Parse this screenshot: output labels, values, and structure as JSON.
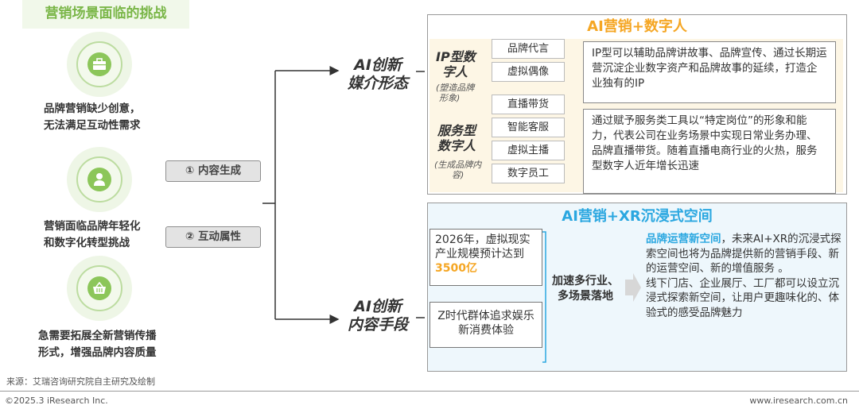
{
  "left": {
    "title": "营销场景面临的挑战",
    "challenges": [
      {
        "icon": "briefcase-icon",
        "line1": "品牌营销缺少创意，",
        "line2": "无法满足互动性需求"
      },
      {
        "icon": "person-icon",
        "line1": "营销面临品牌年轻化",
        "line2": "和数字化转型挑战"
      },
      {
        "icon": "basket-icon",
        "line1": "急需要拓展全新营销传播",
        "line2": "形式，增强品牌内容质量"
      }
    ]
  },
  "pills": {
    "content": "① 内容生成",
    "interactive": "② 互动属性"
  },
  "branches": {
    "media": {
      "line1": "AI创新",
      "line2": "媒介形态"
    },
    "content": {
      "line1": "AI创新",
      "line2": "内容手段"
    }
  },
  "ai_human": {
    "title": "AI营销+数字人",
    "ip": {
      "title_line1": "IP型数",
      "title_line2": "字人",
      "sub_line1": "(塑造品牌",
      "sub_line2": "形象)",
      "tags": [
        "品牌代言",
        "虚拟偶像"
      ],
      "desc": "IP型可以辅助品牌讲故事、品牌宣传、通过长期运营沉淀企业数字资产和品牌故事的延续，打造企业独有的IP"
    },
    "service": {
      "title_line1": "服务型",
      "title_line2": "数字人",
      "sub_line1": "(生成品牌内",
      "sub_line2": "容)",
      "tags": [
        "直播带货",
        "智能客服",
        "虚拟主播",
        "数字员工"
      ],
      "desc": "通过赋予服务类工具以“特定岗位”的形象和能力，代表公司在业务场景中实现日常业务办理、品牌直播带货。随着直播电商行业的火热，服务型数字人近年增长迅速"
    }
  },
  "ai_xr": {
    "title": "AI营销+XR沉浸式空间",
    "market": {
      "prefix": "2026年，虚拟现实产业规模预计达到",
      "value": "3500亿"
    },
    "genz": "Z时代群体追求娱乐新消费体验",
    "middle": {
      "line1": "加速多行业、",
      "line2": "多场景落地"
    },
    "right": {
      "highlight": "品牌运营新空间",
      "text1": "，未来AI+XR的沉浸式探索空间也将为品牌提供新的营销手段、新的运营空间、新的增值服务 。",
      "text2": "线下门店、企业展厅、工厂都可以设立沉浸式探索新空间，让用户更趣味化的、体验式的感受品牌魅力"
    }
  },
  "footer": {
    "source": "来源：艾瑞咨询研究院自主研究及绘制",
    "copyright": "©2025.3 iResearch Inc.",
    "website": "www.iresearch.com.cn"
  },
  "colors": {
    "green": "#8cc65a",
    "orange": "#f5a623",
    "blue": "#2aa7e0"
  }
}
